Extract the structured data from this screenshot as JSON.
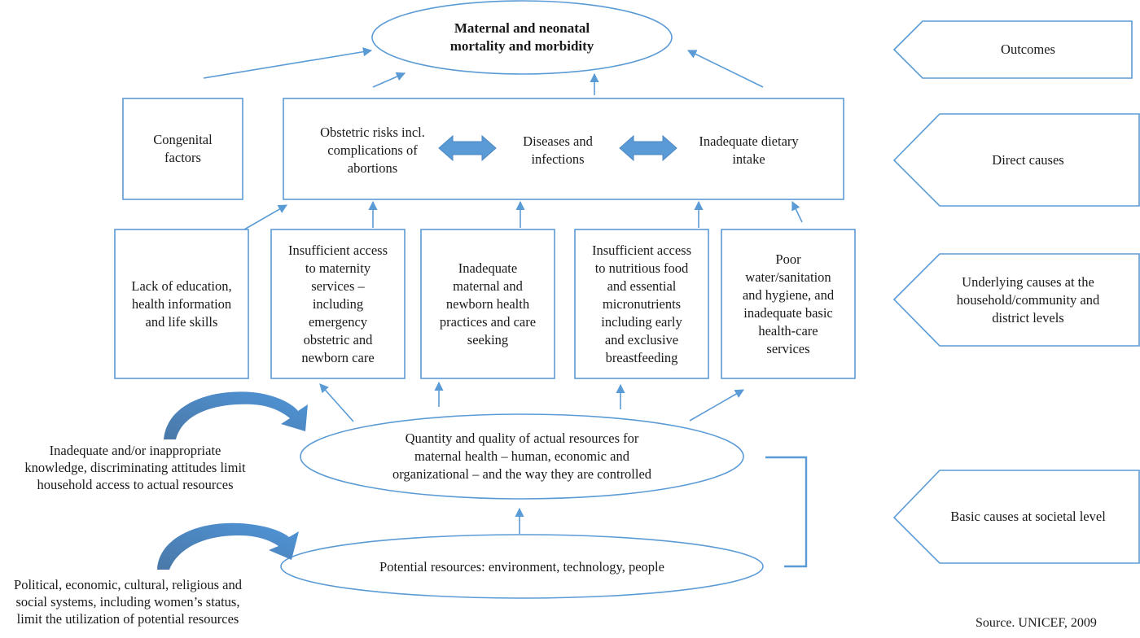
{
  "diagram": {
    "outcome": {
      "text": "Maternal and neonatal\nmortality and morbidity"
    },
    "congenital": {
      "text": "Congenital\nfactors"
    },
    "direct_causes": [
      {
        "text": "Obstetric risks incl.\ncomplications of\nabortions"
      },
      {
        "text": "Diseases and\ninfections"
      },
      {
        "text": "Inadequate dietary\nintake"
      }
    ],
    "underlying_causes": [
      {
        "text": "Lack of education,\nhealth information\nand life skills"
      },
      {
        "text": "Insufficient access\nto maternity\nservices –\nincluding\nemergency\nobstetric and\nnewborn care"
      },
      {
        "text": "Inadequate\nmaternal and\nnewborn health\npractices and care\nseeking"
      },
      {
        "text": "Insufficient access\nto nutritious food\nand essential\nmicronutrients\nincluding early\nand exclusive\nbreastfeeding"
      },
      {
        "text": "Poor\nwater/sanitation\nand hygiene, and\ninadequate basic\nhealth-care\nservices"
      }
    ],
    "actual_resources": {
      "text": "Quantity and quality of actual resources for\nmaternal health – human, economic and\norganizational – and the way they are controlled"
    },
    "potential_resources": {
      "text": "Potential resources: environment, technology, people"
    },
    "knowledge_note": {
      "text": "Inadequate and/or inappropriate\nknowledge, discriminating attitudes limit\nhousehold access to actual resources"
    },
    "systems_note": {
      "text": "Political, economic, cultural, religious and\nsocial systems, including women’s status,\nlimit the utilization of potential resources"
    },
    "levels": [
      {
        "text": "Outcomes"
      },
      {
        "text": "Direct causes"
      },
      {
        "text": "Underlying causes at the\nhousehold/community and\ndistrict levels"
      },
      {
        "text": "Basic causes at societal level"
      }
    ],
    "source": "Source. UNICEF, 2009",
    "colors": {
      "stroke": "#5b9bd5",
      "arrow_fill": "#5b9bd5",
      "curve_fill": "#4a86c5",
      "text": "#1a1a1a"
    }
  }
}
